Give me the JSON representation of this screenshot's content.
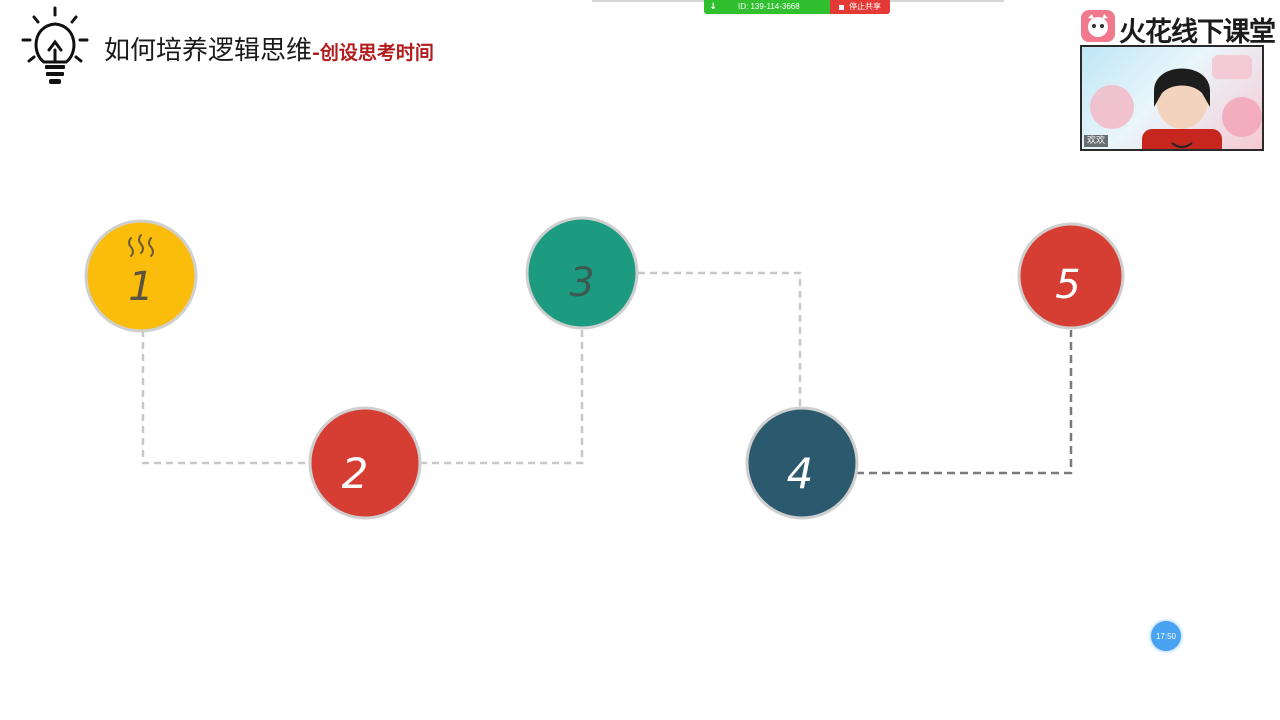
{
  "share_bar": {
    "meeting_id": "ID: 139-114-3668",
    "stop_label": "停止共享",
    "signal_icon": "signal-icon"
  },
  "header": {
    "title": "如何培养逻辑思维",
    "subtitle": "-创设思考时间",
    "icon": "lightbulb-icon"
  },
  "brand": {
    "name": "火花线下课堂",
    "logo_icon": "fox-logo-icon"
  },
  "video": {
    "participant_name": "欢欢"
  },
  "diagram": {
    "nodes": [
      {
        "label": "1",
        "color": "#fbbd0c",
        "steam_icon": "steam-icon"
      },
      {
        "label": "2",
        "color": "#d63d33"
      },
      {
        "label": "3",
        "color": "#1c9b80"
      },
      {
        "label": "4",
        "color": "#2b5a6f"
      },
      {
        "label": "5",
        "color": "#d63d33"
      }
    ],
    "connector_color": "#c8c8c8"
  },
  "timer": {
    "value": "17:50"
  }
}
